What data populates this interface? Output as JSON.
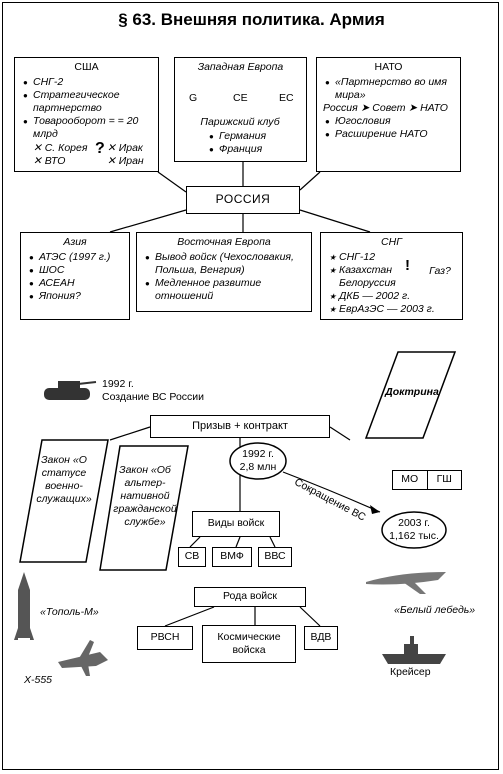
{
  "title": "§ 63. Внешняя политика. Армия",
  "usa": {
    "header": "США",
    "items": [
      "СНГ-2",
      "Стратегическое партнерство",
      "Товарооборот = = 20 млрд"
    ],
    "korea": "✕ С. Корея",
    "wto": "✕ ВТО",
    "iraq": "✕ Ирак",
    "iran": "✕ Иран",
    "q": "?"
  },
  "west": {
    "header": "Западная Европа",
    "g": "G",
    "ce": "CE",
    "ec": "EC",
    "club": "Парижский клуб",
    "items": [
      "Германия",
      "Франция"
    ]
  },
  "nato": {
    "header": "НАТО",
    "item1": "«Партнерство во имя мира»",
    "council": "Россия ➤ Совет ➤ НАТО",
    "items": [
      "Югословия",
      "Расширение НАТО"
    ]
  },
  "russia": "РОССИЯ",
  "asia": {
    "header": "Азия",
    "items": [
      "АТЭС (1997 г.)",
      "ШОС",
      "АСЕАН",
      "Япония?"
    ]
  },
  "east": {
    "header": "Восточная Европа",
    "items": [
      "Вывод войск (Чехословакия, Польша, Венгрия)",
      "Медленное развитие отношений"
    ]
  },
  "cis": {
    "header": "СНГ",
    "items": [
      "СНГ-12",
      "Казахстан",
      "Белоруссия",
      "ДКБ — 2002 г.",
      "ЕврАзЭС — 2003 г."
    ],
    "excl": "!",
    "gas": "Газ?"
  },
  "army": {
    "year_label": "1992 г.\nСоздание ВС России",
    "doctrine": "Доктрина",
    "conscription": "Призыв + контракт",
    "law1": "Закон «О статусе военно-служащих»",
    "law2": "Закон «Об альтер-нативной гражданской службе»",
    "size1992": "1992 г.\n2,8 млн",
    "reduction": "Сокращение ВС",
    "size2003": "2003 г.\n1,162 тыс.",
    "mo": "МО",
    "gsh": "ГШ",
    "types": "Виды войск",
    "type_items": [
      "СВ",
      "ВМФ",
      "ВВС"
    ],
    "branches": "Рода войск",
    "branch_items": [
      "РВСН",
      "Космические войска",
      "ВДВ"
    ],
    "topol": "«Тополь-М»",
    "x555": "Х-555",
    "swan": "«Белый лебедь»",
    "cruiser": "Крейсер"
  }
}
